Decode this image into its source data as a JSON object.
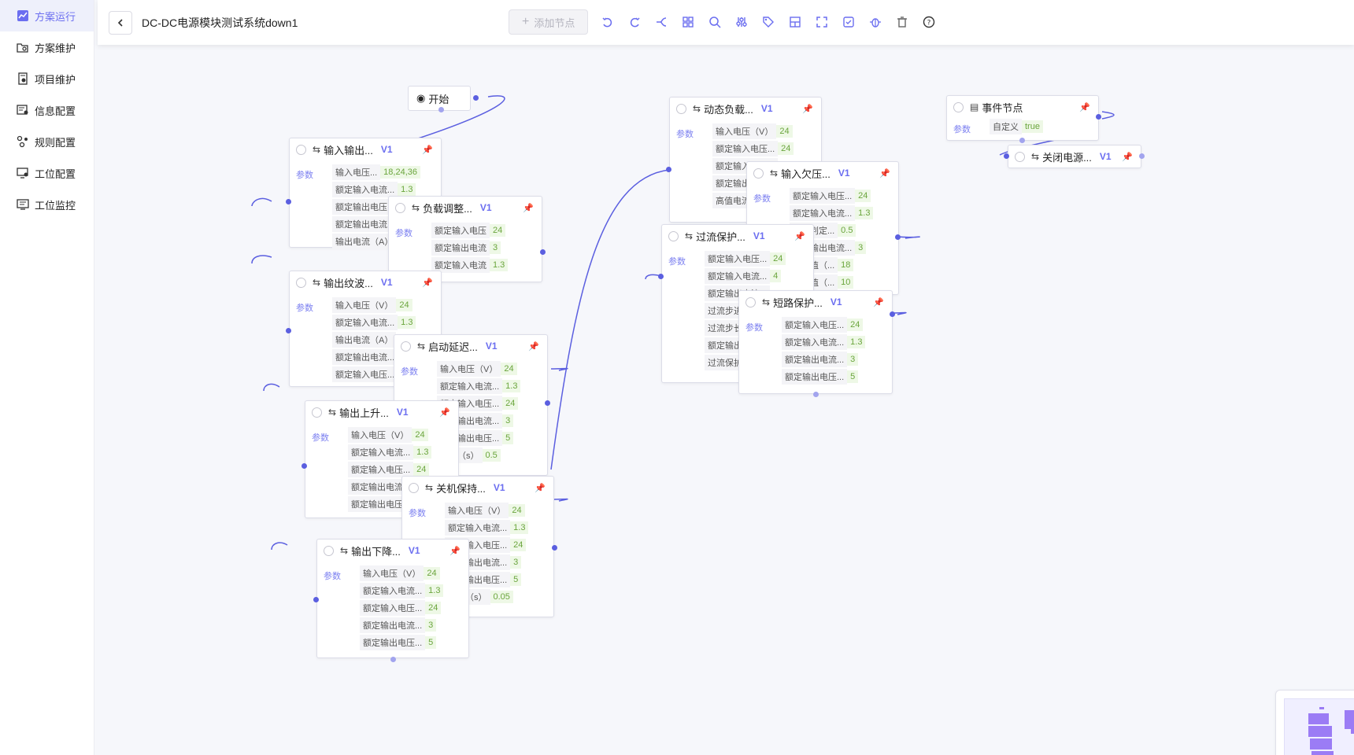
{
  "sidebar": {
    "items": [
      {
        "label": "方案运行",
        "icon": "line-chart-icon",
        "active": true
      },
      {
        "label": "方案维护",
        "icon": "folder-search-icon",
        "active": false
      },
      {
        "label": "项目维护",
        "icon": "document-gear-icon",
        "active": false
      },
      {
        "label": "信息配置",
        "icon": "list-settings-icon",
        "active": false
      },
      {
        "label": "规则配置",
        "icon": "nodes-icon",
        "active": false
      },
      {
        "label": "工位配置",
        "icon": "monitor-settings-icon",
        "active": false
      },
      {
        "label": "工位监控",
        "icon": "monitor-list-icon",
        "active": false
      }
    ]
  },
  "header": {
    "title": "DC-DC电源模块测试系统down1",
    "add_node_label": "添加节点"
  },
  "toolbar_icons": [
    "undo-icon",
    "redo-icon",
    "branch-icon",
    "layout-grid-icon",
    "search-icon",
    "sliders-icon",
    "tag-icon",
    "panel-icon",
    "fullscreen-icon",
    "checklist-icon",
    "bug-icon",
    "trash-icon",
    "help-icon"
  ],
  "colors": {
    "accent": "#6b6ef0",
    "edge": "#5b5fe0",
    "value_green": "#6aa53c"
  },
  "canvas": {
    "param_label": "参数",
    "start_label": "开始",
    "nodes": [
      {
        "title": "输入输出...",
        "version": "V1",
        "rows": [
          [
            "输入电压...",
            "18,24,36"
          ],
          [
            "额定输入电流...",
            "1.3"
          ],
          [
            "额定输出电压...",
            ""
          ],
          [
            "额定输出电流...",
            ""
          ],
          [
            "输出电流（A）",
            ""
          ]
        ]
      },
      {
        "title": "负载调整...",
        "version": "V1",
        "rows": [
          [
            "额定输入电压",
            "24"
          ],
          [
            "额定输出电流",
            "3"
          ],
          [
            "额定输入电流",
            "1.3"
          ]
        ]
      },
      {
        "title": "输出纹波...",
        "version": "V1",
        "rows": [
          [
            "输入电压（V）",
            "24"
          ],
          [
            "额定输入电流...",
            "1.3"
          ],
          [
            "输出电流（A）",
            ""
          ],
          [
            "额定输出电流...",
            ""
          ],
          [
            "额定输入电压...",
            ""
          ]
        ]
      },
      {
        "title": "启动延迟...",
        "version": "V1",
        "rows": [
          [
            "输入电压（V）",
            "24"
          ],
          [
            "额定输入电流...",
            "1.3"
          ],
          [
            "额定输入电压...",
            "24"
          ],
          [
            "额定输出电流...",
            "3"
          ],
          [
            "额定输出电压...",
            "5"
          ],
          [
            "时基（s）",
            "0.5"
          ]
        ]
      },
      {
        "title": "输出上升...",
        "version": "V1",
        "rows": [
          [
            "输入电压（V）",
            "24"
          ],
          [
            "额定输入电流...",
            "1.3"
          ],
          [
            "额定输入电压...",
            "24"
          ],
          [
            "额定输出电流...",
            ""
          ],
          [
            "额定输出电压...",
            ""
          ]
        ]
      },
      {
        "title": "关机保持...",
        "version": "V1",
        "rows": [
          [
            "输入电压（V）",
            "24"
          ],
          [
            "额定输入电流...",
            "1.3"
          ],
          [
            "额定输入电压...",
            "24"
          ],
          [
            "额定输出电流...",
            "3"
          ],
          [
            "额定输出电压...",
            "5"
          ],
          [
            "时基（s）",
            "0.05"
          ]
        ]
      },
      {
        "title": "输出下降...",
        "version": "V1",
        "rows": [
          [
            "输入电压（V）",
            "24"
          ],
          [
            "额定输入电流...",
            "1.3"
          ],
          [
            "额定输入电压...",
            "24"
          ],
          [
            "额定输出电流...",
            "3"
          ],
          [
            "额定输出电压...",
            "5"
          ]
        ]
      },
      {
        "title": "动态负载...",
        "version": "V1",
        "rows": [
          [
            "输入电压（V）",
            "24"
          ],
          [
            "额定输入电压...",
            "24"
          ],
          [
            "额定输入电流...",
            ""
          ],
          [
            "额定输出电流...",
            ""
          ],
          [
            "高值电流...",
            ""
          ]
        ]
      },
      {
        "title": "输入欠压...",
        "version": "V1",
        "rows": [
          [
            "额定输入电压...",
            "24"
          ],
          [
            "额定输入电流...",
            "1.3"
          ],
          [
            "欠压判定...",
            "0.5"
          ],
          [
            "额定输出电流...",
            "3"
          ],
          [
            "起始值（...",
            "18"
          ],
          [
            "终止值（...",
            "10"
          ]
        ]
      },
      {
        "title": "过流保护...",
        "version": "V1",
        "rows": [
          [
            "额定输入电压...",
            "24"
          ],
          [
            "额定输入电流...",
            "4"
          ],
          [
            "额定输出电流...",
            ""
          ],
          [
            "过流步进...",
            ""
          ],
          [
            "过流步长...",
            ""
          ],
          [
            "额定输出电压...",
            ""
          ],
          [
            "过流保护...",
            ""
          ]
        ]
      },
      {
        "title": "短路保护...",
        "version": "V1",
        "rows": [
          [
            "额定输入电压...",
            "24"
          ],
          [
            "额定输入电流...",
            "1.3"
          ],
          [
            "额定输出电流...",
            "3"
          ],
          [
            "额定输出电压...",
            "5"
          ]
        ]
      },
      {
        "title": "事件节点",
        "version": "",
        "rows": [
          [
            "自定义",
            "true"
          ]
        ]
      },
      {
        "title": "关闭电源...",
        "version": "V1",
        "rows": []
      }
    ]
  }
}
